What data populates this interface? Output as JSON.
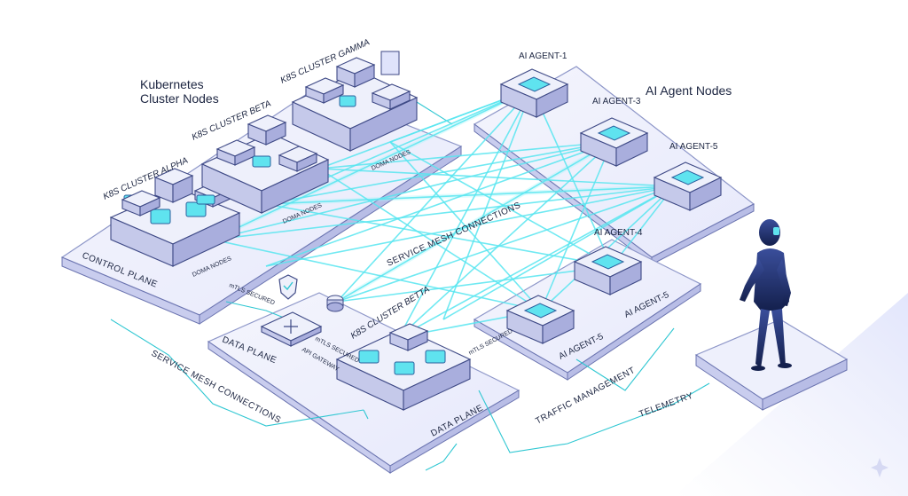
{
  "labels": {
    "kubernetes_heading": "Kubernetes\nCluster Nodes",
    "ai_agent_heading": "AI Agent Nodes",
    "cluster_alpha": "K8S CLUSTER ALPHA",
    "cluster_beta_top": "K8S CLUSTER BETA",
    "cluster_gamma": "K8S CLUSTER GAMMA",
    "cluster_beta_bottom": "K8S CLUSTER BETTA",
    "doma_nodes_1": "DOMA NODES",
    "doma_nodes_2": "DOMA NODES",
    "doma_nodes_3": "DOMA NODES",
    "control_plane": "CONTROL PLANE",
    "data_plane_left": "DATA PLANE",
    "data_plane_bottom": "DATA PLANE",
    "service_mesh_center": "SERVICE MESH CONNECTIONS",
    "service_mesh_bottom": "SERVICE MESH CONNECTIONS",
    "mtls_1": "mTLS SECURED",
    "mtls_2": "mTLS SECURED",
    "mtls_3": "mTLS SECURED",
    "api_gateway": "API GATEWAY",
    "traffic_management": "TRAFFIC MANAGEMENT",
    "telemetry": "TELEMETRY"
  },
  "agents": [
    {
      "label": "AI AGENT-1"
    },
    {
      "label": "AI AGENT-3"
    },
    {
      "label": "AI AGENT-5"
    },
    {
      "label": "AI AGENT-4"
    },
    {
      "label": "AI AGENT-5"
    },
    {
      "label": "AI AGENT-5"
    }
  ],
  "colors": {
    "mesh": "#58e6f0",
    "platform": "#e4e7fb",
    "node_dark": "#2e3a78",
    "accent": "#5fe3ef",
    "figure": "#1f2f66"
  }
}
